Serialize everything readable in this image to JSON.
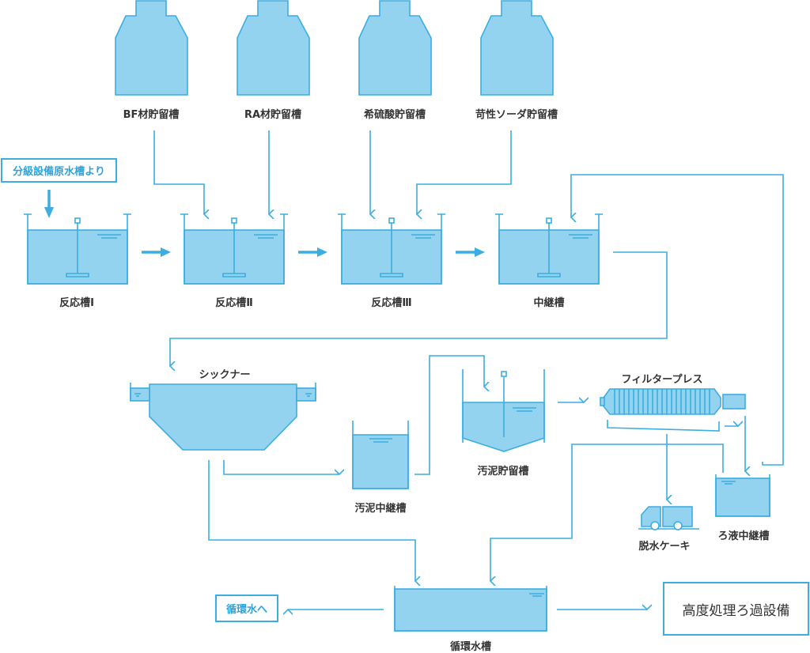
{
  "colors": {
    "line": "#3aaee0",
    "fill": "#94d3ef",
    "label_text": "#333333",
    "box_label_text": "#2ba4dc"
  },
  "storage_tanks": [
    {
      "id": "bf",
      "label": "BF材貯留槽"
    },
    {
      "id": "ra",
      "label": "RA材貯留槽"
    },
    {
      "id": "h2so4",
      "label": "希硫酸貯留槽"
    },
    {
      "id": "naoh",
      "label": "苛性ソーダ貯留槽"
    }
  ],
  "source_box": {
    "label": "分級設備原水槽より"
  },
  "reaction_tanks": [
    {
      "id": "r1",
      "label": "反応槽Ⅰ"
    },
    {
      "id": "r2",
      "label": "反応槽Ⅱ"
    },
    {
      "id": "r3",
      "label": "反応槽Ⅲ"
    },
    {
      "id": "relay",
      "label": "中継槽"
    }
  ],
  "thickener": {
    "label": "シックナー"
  },
  "sludge_relay": {
    "label": "汚泥中継槽"
  },
  "sludge_storage": {
    "label": "汚泥貯留槽"
  },
  "filter_press": {
    "label": "フィルタープレス"
  },
  "cake": {
    "label": "脱水ケーキ"
  },
  "filtrate_relay": {
    "label": "ろ液中継槽"
  },
  "circulation_tank": {
    "label": "循環水槽"
  },
  "to_circulation": {
    "label": "循環水へ"
  },
  "advanced_filtration": {
    "label": "高度処理ろ過設備"
  }
}
